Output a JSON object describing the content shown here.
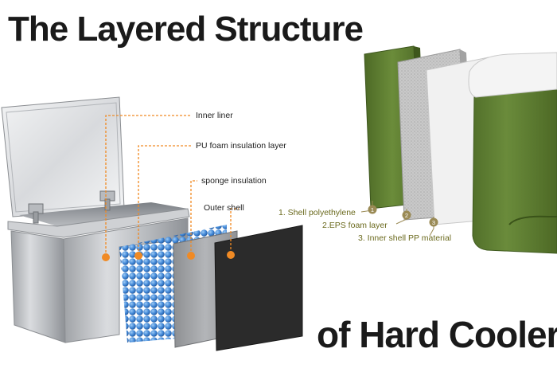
{
  "title": "The Layered Structure",
  "subtitle": "of Hard Cooler",
  "left_callouts": [
    {
      "label": "Inner liner"
    },
    {
      "label": "PU foam insulation layer"
    },
    {
      "label": "sponge insulation"
    },
    {
      "label": "Outer shell"
    }
  ],
  "right_callouts": [
    {
      "label": "1. Shell polyethylene",
      "marker": "1"
    },
    {
      "label": "2.EPS foam layer",
      "marker": "2"
    },
    {
      "label": "3. Inner shell PP material",
      "marker": "3"
    }
  ],
  "colors": {
    "callout_line": "#f08a24",
    "marker_fill": "#9a8a55",
    "shell_green": "#5a7a2e",
    "outer_shell_dark": "#2b2b2b",
    "foam_blue": "#3f86d6"
  }
}
